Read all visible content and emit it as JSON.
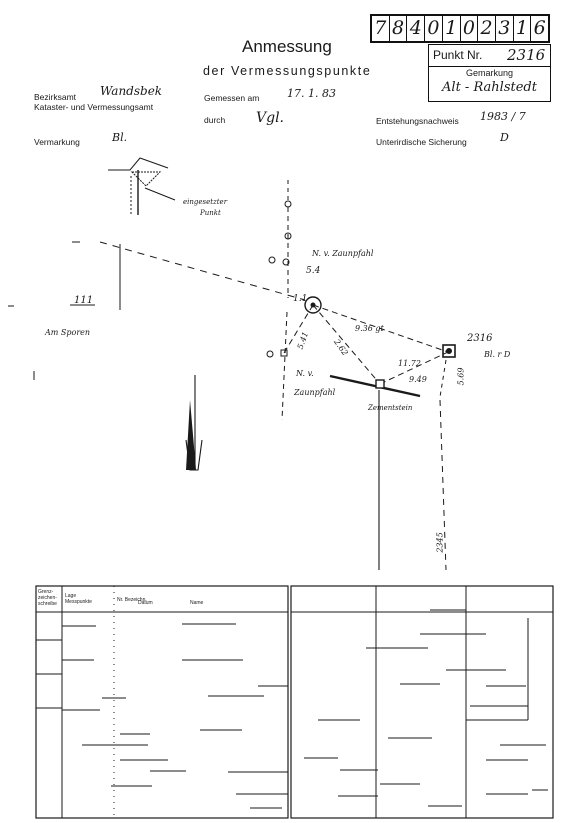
{
  "id_digits": [
    "7",
    "8",
    "4",
    "0",
    "1",
    "0",
    "2",
    "3",
    "1",
    "6"
  ],
  "title": "Anmessung",
  "subtitle": "der Vermessungspunkte",
  "punkt": {
    "label": "Punkt Nr.",
    "value": "2316",
    "gemarkung_label": "Gemarkung",
    "gemarkung_value": "Alt - Rahlstedt"
  },
  "header": {
    "bezirksamt_label": "Bezirksamt",
    "bezirksamt_value": "Wandsbek",
    "amt_label": "Kataster- und Vermessungsamt",
    "gemessen_label": "Gemessen am",
    "gemessen_value": "17. 1. 83",
    "durch_label": "durch",
    "durch_value": "Vgl.",
    "entstehung_label": "Entstehungsnachweis",
    "entstehung_value": "1983 / 7",
    "vermarkung_label": "Vermarkung",
    "vermarkung_value": "Bl.",
    "sicherung_label": "Unterirdische Sicherung",
    "sicherung_value": "D"
  },
  "sketch": {
    "eingesetzter": "eingesetzter",
    "punkt": "Punkt",
    "n_zaunpfahl_1": "N. v. Zaunpfahl",
    "n_zaunpfahl_2a": "N. v.",
    "n_zaunpfahl_2b": "Zaunpfahl",
    "val_5": "5.4",
    "val_541": "5.41",
    "val_1": "1.1",
    "val_936": "9.36 gt",
    "val_262": "2.62",
    "val_1172": "11.72",
    "val_949": "9.49",
    "val_569": "5.69",
    "val_2316": "2316",
    "bl_d": "Bl. r D",
    "zementstein": "Zementstein",
    "parcel": "111",
    "am_sporen": "Am Sporen",
    "val_2345": "2345"
  },
  "table": {
    "col1": "Grenz-\nzeichen-\nschreibe",
    "col2": "Lage\nMesspunkte",
    "col3": "Nr. Bezeichn.",
    "col4": "Datum",
    "col5": "Name"
  }
}
